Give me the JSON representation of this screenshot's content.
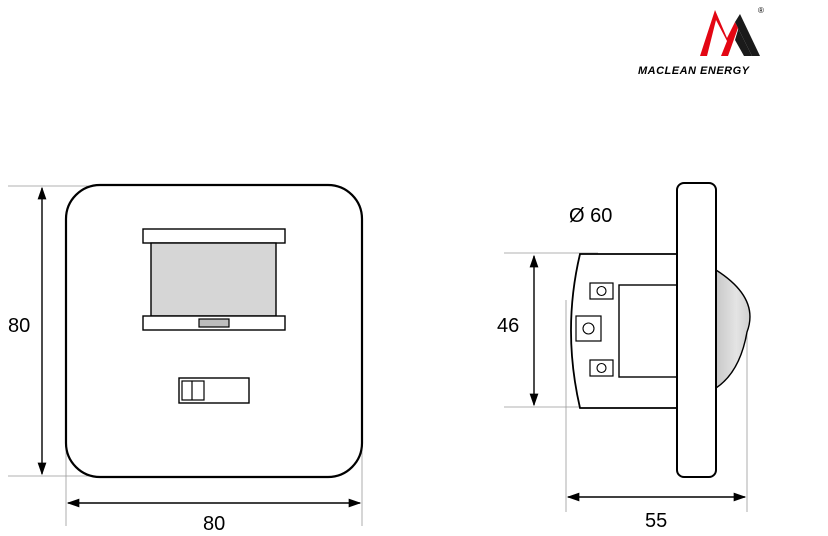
{
  "brand": {
    "name": "MACLEAN ENERGY",
    "registered_mark": "®",
    "colors": {
      "red": "#e30613",
      "dark": "#1a1a1a"
    }
  },
  "front_view": {
    "height_label": "80",
    "width_label": "80"
  },
  "side_view": {
    "diameter_label": "Ø 60",
    "height_label": "46",
    "depth_label": "55"
  },
  "colors": {
    "outline": "#000000",
    "body_fill": "#ffffff",
    "lens_fill": "#d6d6d6",
    "dim_line": "#000000",
    "ext_line": "#999999"
  }
}
